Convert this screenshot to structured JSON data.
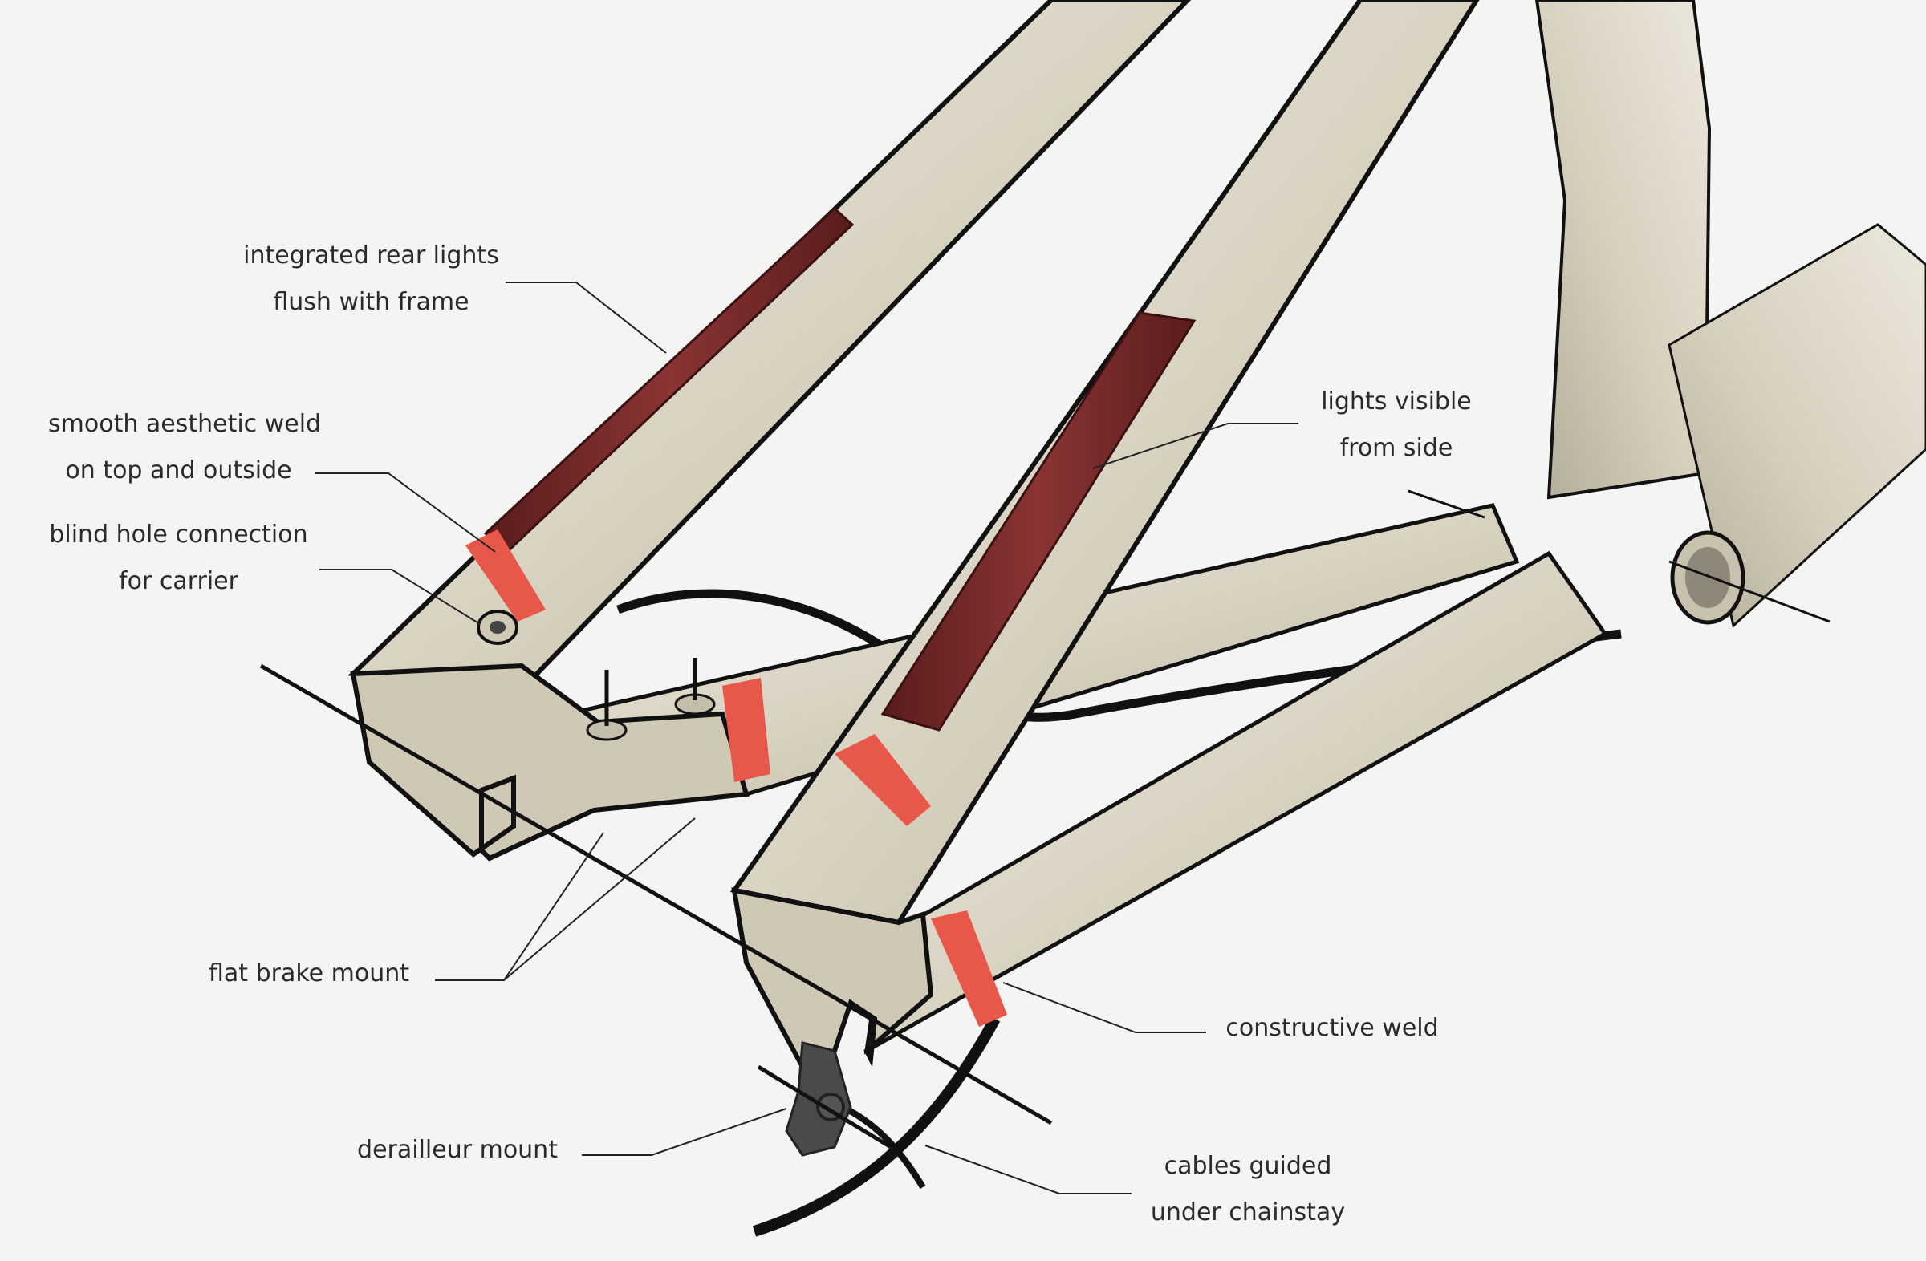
{
  "annotations": {
    "rear_lights": {
      "line1": "integrated rear lights",
      "line2": "flush with frame"
    },
    "aesthetic_weld": {
      "line1": "smooth aesthetic weld",
      "line2": "on top and outside"
    },
    "blind_hole": {
      "line1": "blind hole connection",
      "line2": "for carrier"
    },
    "flat_brake": {
      "line1": "flat brake mount"
    },
    "derailleur": {
      "line1": "derailleur mount"
    },
    "lights_side": {
      "line1": "lights visible",
      "line2": "from side"
    },
    "constructive_weld": {
      "line1": "constructive weld"
    },
    "cables": {
      "line1": "cables guided",
      "line2": "under chainstay"
    }
  },
  "colors": {
    "frame_fill": "#d9d3c2",
    "frame_shade": "#b9b29e",
    "frame_highlight": "#efece3",
    "outline": "#111111",
    "weld_band": "#e8584a",
    "light_strip": "#7a2a2a",
    "derailleur_hanger": "#4a4a4a",
    "leader_line": "#222222"
  }
}
